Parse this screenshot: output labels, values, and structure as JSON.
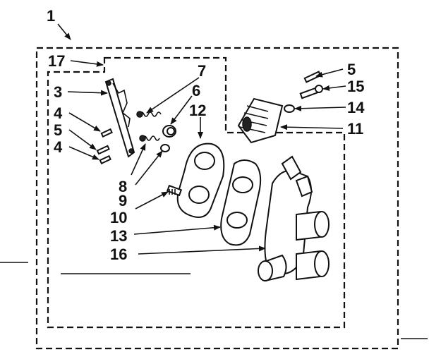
{
  "callouts": {
    "c1": "1",
    "c17": "17",
    "c3": "3",
    "c4a": "4",
    "c5a": "5",
    "c4b": "4",
    "c7": "7",
    "c6": "6",
    "c12": "12",
    "c8": "8",
    "c9": "9",
    "c10": "10",
    "c13": "13",
    "c16": "16",
    "c5b": "5",
    "c15": "15",
    "c14": "14",
    "c11": "11"
  }
}
